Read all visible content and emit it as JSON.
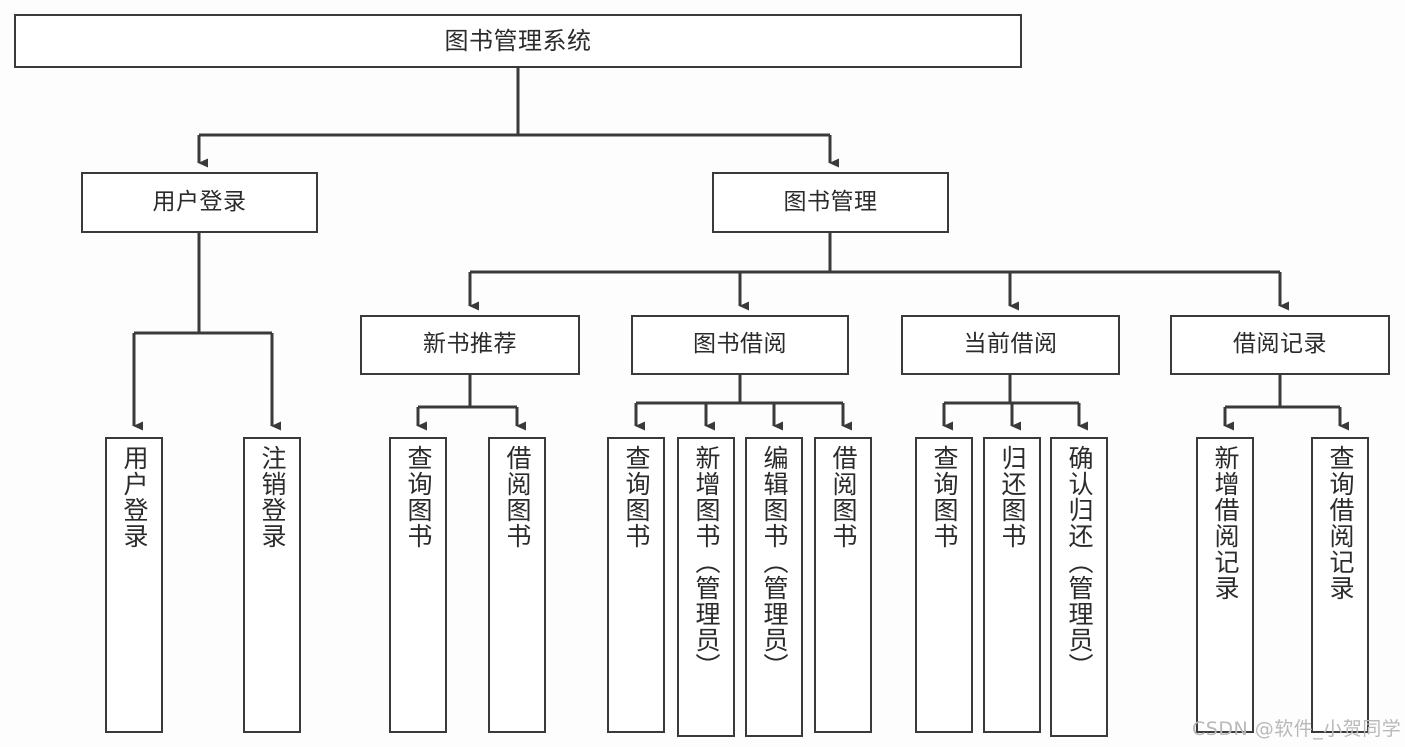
{
  "diagram": {
    "type": "tree-hierarchy-chart",
    "title": "图书管理系统",
    "orientation": "top-down",
    "box_stroke_color": "#3a3a3a",
    "box_fill_color": "#ffffff",
    "connector_color": "#3a3a3a",
    "background_color": "#fdfdfd",
    "text_color": "#2b2b2b"
  },
  "root": {
    "label": "图书管理系统"
  },
  "level2": [
    {
      "label": "用户登录"
    },
    {
      "label": "图书管理"
    }
  ],
  "level3": [
    {
      "label": "新书推荐"
    },
    {
      "label": "图书借阅"
    },
    {
      "label": "当前借阅"
    },
    {
      "label": "借阅记录"
    }
  ],
  "leaves": {
    "user_login": [
      {
        "label": "用户登录"
      },
      {
        "label": "注销登录"
      }
    ],
    "new_book_recommend": [
      {
        "label": "查询图书"
      },
      {
        "label": "借阅图书"
      }
    ],
    "book_borrow": [
      {
        "label": "查询图书"
      },
      {
        "label": "新增图书（管理员）"
      },
      {
        "label": "编辑图书（管理员）"
      },
      {
        "label": "借阅图书"
      }
    ],
    "current_borrow": [
      {
        "label": "查询图书"
      },
      {
        "label": "归还图书"
      },
      {
        "label": "确认归还（管理员）"
      }
    ],
    "borrow_record": [
      {
        "label": "新增借阅记录"
      },
      {
        "label": "查询借阅记录"
      }
    ]
  },
  "watermark": {
    "text": "CSDN @软件_小贺同学"
  }
}
